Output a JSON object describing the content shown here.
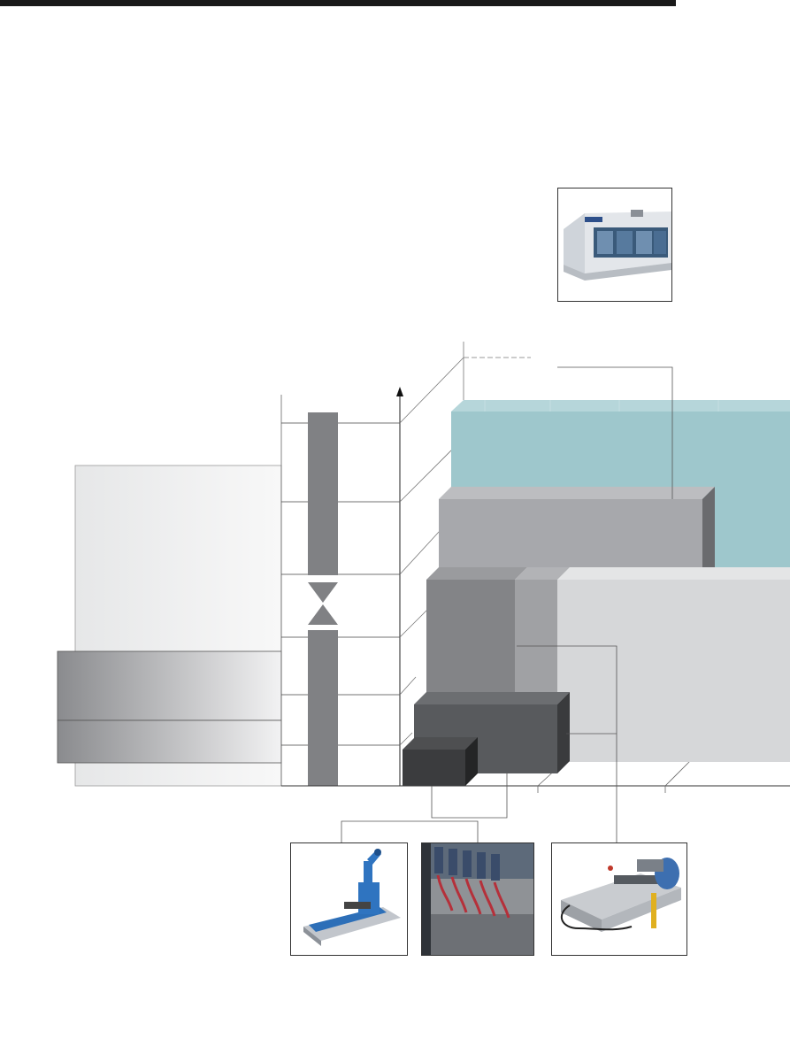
{
  "colors": {
    "teal_block": "#9ec7cc",
    "grey_block": "#a7a8ac",
    "light_block": "#d6d7d9",
    "dark_block": "#585a5d",
    "darkest_block": "#3b3c3e",
    "bar": "#808184",
    "mid_block": "#838487",
    "page_rule": "#1a1a1a"
  },
  "icons": {
    "laser_machine": "laser-machine-photo",
    "robot_welder": "robot-welder-photo",
    "plasma_cutter": "plasma-cutter-photo",
    "flame_cutter": "flame-cutter-photo",
    "hourglass": "hourglass-icon",
    "axis_arrow": "arrow-up-icon"
  }
}
